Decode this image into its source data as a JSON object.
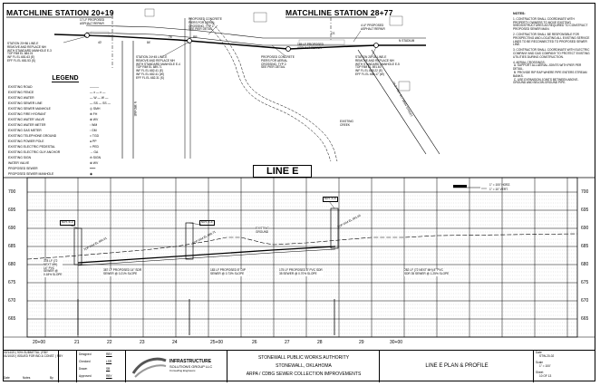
{
  "matchlines": {
    "left": "MATCHLINE STATION 20+19",
    "right": "MATCHLINE STATION 28+77"
  },
  "plan_callouts": [
    {
      "id": "c1",
      "text": "17 LF PROPOSED\nASPHALT REPAIR"
    },
    {
      "id": "c2",
      "text": "PROPOSED CONCRETE\nPIERS FOR AERIAL\nCROSSING, TYP 2.\nSEE PIER DETAIL"
    },
    {
      "id": "c3",
      "text": "STATION 20+86 LINE-E\nREMOVE AND REPLACE MH\nWITH STANDARD MANHOLE E-3\nTOP RIM EL 684.01\nINF FL EL 681.63 (E)\nEFF FL EL 681.53 (S)"
    },
    {
      "id": "c4",
      "text": "STATION 24+45 LINE-E\nREMOVE AND REPLACE MH\nWITH STANDARD MANHOLE E-4\nTOP RIM EL 689.71\nINF FL EL 682.41 (E)\nINF FL EL 682.41 (W)\nEFF FL EL 682.31 (S)"
    },
    {
      "id": "c5",
      "text": "PROPOSED CONCRETE\nPIERS FOR AERIAL\nCROSSING, TYP 2.\nSEE PIER DETAIL"
    },
    {
      "id": "c6",
      "text": "145 LF PROPOSED\nASPHALT REPAIR"
    },
    {
      "id": "c7",
      "text": "4 LF PROPOSED\nASPHALT REPAIR"
    },
    {
      "id": "c8",
      "text": "STATION 28+28 LINE-E\nREMOVE AND REPLACE MH\nWITH STANDARD MANHOLE E-5\nTOP RIM EL 691.60\nINF FL EL 685.22 (E)\nEFF FL EL 685.17 (W)"
    },
    {
      "id": "c9",
      "text": "EXISTING\nCREEK"
    }
  ],
  "plan_streets": {
    "stadium": "N STADIUM",
    "ave1": "N 3RD AVE",
    "ave2": "OLD HWY 51 / MAIN STREET",
    "dims": [
      "40'",
      "84'",
      "76'",
      "RR",
      "CS"
    ]
  },
  "legend": {
    "title": "LEGEND",
    "items": [
      {
        "label": "EXISTING ROAD",
        "symbol": "———"
      },
      {
        "label": "EXISTING FENCE",
        "symbol": "— x — x —"
      },
      {
        "label": "EXISTING WATER",
        "symbol": "— W — W —"
      },
      {
        "label": "EXISTING SEWER LINE",
        "symbol": "— SS — SS —"
      },
      {
        "label": "EXISTING SEWER MANHOLE",
        "symbol": "◎ SMH"
      },
      {
        "label": "EXISTING FIRE HYDRANT",
        "symbol": "⊕ FH"
      },
      {
        "label": "EXISTING WATER VALVE",
        "symbol": "⊗ WV"
      },
      {
        "label": "EXISTING WATER METER",
        "symbol": "▫ WM"
      },
      {
        "label": "EXISTING GAS METER",
        "symbol": "▫ GM"
      },
      {
        "label": "EXISTING TELEPHONE GROUND",
        "symbol": "□ TGD"
      },
      {
        "label": "EXISTING POWER POLE",
        "symbol": "● PP"
      },
      {
        "label": "EXISTING ELECTRIC PEDESTAL",
        "symbol": "□ PED"
      },
      {
        "label": "EXISTING ELECTRIC GUY ANCHOR",
        "symbol": "→ GA"
      },
      {
        "label": "EXISTING SIGN",
        "symbol": "⊖ SIGN"
      },
      {
        "label": "WATER VALVE",
        "symbol": "⊗ WV"
      },
      {
        "label": "PROPOSED SEWER",
        "symbol": "━━━"
      },
      {
        "label": "PROPOSED SEWER MANHOLE",
        "symbol": "◉"
      }
    ]
  },
  "notes": {
    "title": "NOTES:",
    "items": [
      "1. CONTRACTOR SHALL COORDINATE WITH PROPERTY OWNERS TO MOVE EXISTING SHEDS/STRUCTURES AS REQUIRED TO CONSTRUCT PROPOSED SEWER MAIN.",
      "2. CONTRACTOR SHALL BE RESPONSIBLE FOR PROSPECTING AND LOCATING ALL EXISTING SERVICE LINES TO BE RECONNECTED TO PROPOSED SEWER LINE.",
      "3. CONTRACTOR SHALL COORDINATE WITH ELECTRIC COMPANY AND GAS COMPANY TO PROTECT EXISTING UTILITIES DURING CONSTRUCTION.",
      "4. AERIAL CROSSINGS:\n A. SUPPORT ALL AERIAL JOINTS WITH PIER PER DETAIL.\n B. PROVIDE RIP RAP WHERE PIPE ENTERS STREAM BANKS.\n C. USE EXPANSION JOINTS BETWEEN ABOVE-GROUND AND BELOW-GROUND PIPE."
    ]
  },
  "scale_note": {
    "h": "1\" = 100' HORZ.",
    "v": "1\" = 10' VERT."
  },
  "profile": {
    "title": "LINE E",
    "elevations": [
      "700",
      "695",
      "690",
      "685",
      "680",
      "675",
      "670",
      "665"
    ],
    "stations": [
      "20+00",
      "21",
      "22",
      "23",
      "24",
      "25+00",
      "26",
      "27",
      "28",
      "29",
      "30+00"
    ],
    "mh_tags": [
      "M.H. E-3",
      "M.H. E-4",
      "M.H. E-5"
    ],
    "segments": [
      "378 LF (72\nNEXT MH)\n14\" PVC\nSEWER @\n0.18% SLOPE",
      "387 LF PROPOSED 14\" SDR\nSEWER @ 0.21% SLOPE",
      "183 LF PROPOSED 8\" DIP\nSEWER @ 0.73% SLOPE",
      "175 LF PROPOSED 8\" PVC SDR\n35 SEWER @ 0.70% SLOPE",
      "282 LF (72 NEXT MH) 8\" PVC\nSDR 35 SEWER @ 1.25% SLOPE"
    ],
    "misc": [
      "EXISTING\nGROUND",
      "TOP RIM EL 684.01",
      "TOP RIM EL 689.71",
      "TOP RIM EL 691.60"
    ]
  },
  "title_block": {
    "rev_row1": "02/14/20 | 90% SUBMITTAL | RBY",
    "rev_row2": "01/10/20 | ISSUED FOR BID & CONST. | RBY",
    "rev_headers": [
      "Date",
      "Notes",
      "By"
    ],
    "designed": "Designed",
    "designed_val": "RBY",
    "checked": "Checked",
    "checked_val": "LSR",
    "drawn": "Drawn",
    "drawn_val": "SB",
    "approved": "Approved",
    "approved_val": "RBY",
    "logo_main": "INFRASTRUCTURE",
    "logo_sub": "SOLUTIONS GROUP LLC",
    "logo_tag": "Consulting Engineers",
    "owner": "STONEWALL PUBLIC WORKS AUTHORITY",
    "city": "STONEWALL, OKLAHOMA",
    "project": "ARPA / CDBG SEWER COLLECTION IMPROVEMENTS",
    "sheet_title": "LINE E PLAN & PROFILE",
    "date_label": "Date",
    "scale_label": "Scale",
    "scale_val": "1\" = 100'",
    "sheet_label": "Sheet",
    "sheet_val": "10 OF 13",
    "job_val": "STW-20-02"
  },
  "colors": {
    "ink": "#000000",
    "grid": "#b0b0b0",
    "hatch": "#888888"
  }
}
